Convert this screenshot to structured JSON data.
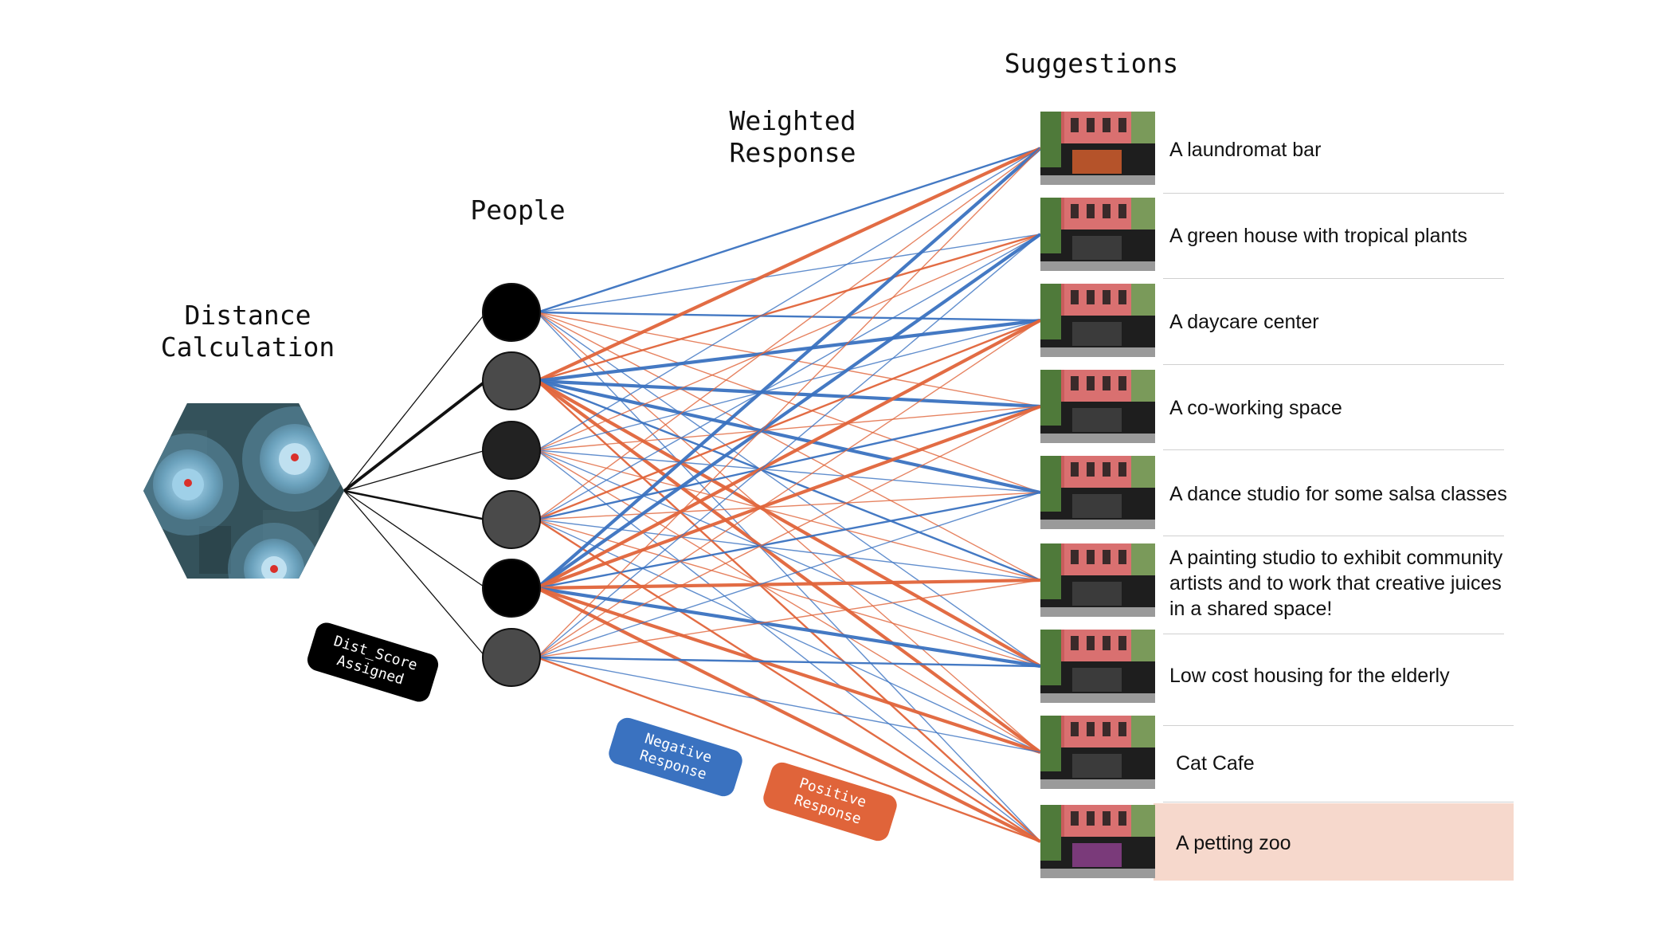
{
  "headings": {
    "distance": "Distance\nCalculation",
    "people": "People",
    "weighted": "Weighted\nResponse",
    "suggestions": "Suggestions"
  },
  "tags": {
    "dist_score": "Dist_Score\nAssigned",
    "negative": "Negative\nResponse",
    "positive": "Positive\nResponse"
  },
  "colors": {
    "negative": "#3a72c0",
    "positive": "#e0643a",
    "highlight": "#f6d8cc",
    "hexagon": "#2f4a52"
  },
  "people": [
    {
      "shade": "#000000"
    },
    {
      "shade": "#4a4a4a"
    },
    {
      "shade": "#222222"
    },
    {
      "shade": "#4a4a4a"
    },
    {
      "shade": "#000000"
    },
    {
      "shade": "#4a4a4a"
    }
  ],
  "suggestions": [
    {
      "label": "A laundromat bar"
    },
    {
      "label": "A green house with tropical plants"
    },
    {
      "label": "A daycare center"
    },
    {
      "label": "A co-working space"
    },
    {
      "label": "A dance studio for some salsa classes"
    },
    {
      "label": "A painting studio to exhibit community artists and to work that creative juices in a shared space!"
    },
    {
      "label": "Low cost housing for the elderly"
    },
    {
      "label": "Cat Cafe"
    },
    {
      "label": "A petting zoo",
      "highlighted": true
    }
  ],
  "connections": [
    [
      0,
      0,
      "neg",
      2
    ],
    [
      0,
      1,
      "neg",
      1
    ],
    [
      0,
      2,
      "neg",
      2
    ],
    [
      0,
      3,
      "pos",
      1
    ],
    [
      0,
      4,
      "pos",
      1
    ],
    [
      0,
      5,
      "pos",
      1
    ],
    [
      0,
      6,
      "neg",
      1
    ],
    [
      0,
      7,
      "pos",
      1
    ],
    [
      0,
      8,
      "neg",
      1
    ],
    [
      1,
      0,
      "pos",
      4
    ],
    [
      1,
      1,
      "pos",
      2
    ],
    [
      1,
      2,
      "neg",
      4
    ],
    [
      1,
      3,
      "neg",
      4
    ],
    [
      1,
      4,
      "neg",
      4
    ],
    [
      1,
      5,
      "neg",
      2
    ],
    [
      1,
      6,
      "pos",
      4
    ],
    [
      1,
      7,
      "pos",
      4
    ],
    [
      1,
      8,
      "pos",
      2
    ],
    [
      2,
      0,
      "neg",
      1
    ],
    [
      2,
      1,
      "pos",
      1
    ],
    [
      2,
      2,
      "neg",
      1
    ],
    [
      2,
      3,
      "pos",
      1
    ],
    [
      2,
      4,
      "neg",
      1
    ],
    [
      2,
      5,
      "pos",
      1
    ],
    [
      2,
      6,
      "neg",
      1
    ],
    [
      2,
      7,
      "pos",
      1
    ],
    [
      2,
      8,
      "neg",
      1
    ],
    [
      3,
      0,
      "pos",
      1
    ],
    [
      3,
      1,
      "neg",
      1
    ],
    [
      3,
      2,
      "pos",
      2
    ],
    [
      3,
      3,
      "neg",
      2
    ],
    [
      3,
      4,
      "pos",
      1
    ],
    [
      3,
      5,
      "neg",
      1
    ],
    [
      3,
      6,
      "pos",
      1
    ],
    [
      3,
      7,
      "neg",
      1
    ],
    [
      3,
      8,
      "pos",
      2
    ],
    [
      4,
      0,
      "neg",
      4
    ],
    [
      4,
      1,
      "neg",
      4
    ],
    [
      4,
      2,
      "pos",
      4
    ],
    [
      4,
      3,
      "pos",
      4
    ],
    [
      4,
      4,
      "neg",
      2
    ],
    [
      4,
      5,
      "pos",
      4
    ],
    [
      4,
      6,
      "neg",
      4
    ],
    [
      4,
      7,
      "pos",
      4
    ],
    [
      4,
      8,
      "pos",
      4
    ],
    [
      5,
      0,
      "pos",
      1
    ],
    [
      5,
      1,
      "neg",
      1
    ],
    [
      5,
      2,
      "pos",
      1
    ],
    [
      5,
      3,
      "pos",
      1
    ],
    [
      5,
      4,
      "neg",
      1
    ],
    [
      5,
      5,
      "pos",
      1
    ],
    [
      5,
      6,
      "neg",
      2
    ],
    [
      5,
      7,
      "neg",
      1
    ],
    [
      5,
      8,
      "pos",
      2
    ]
  ],
  "distance_links": [
    1,
    3,
    1,
    2,
    1,
    1
  ]
}
